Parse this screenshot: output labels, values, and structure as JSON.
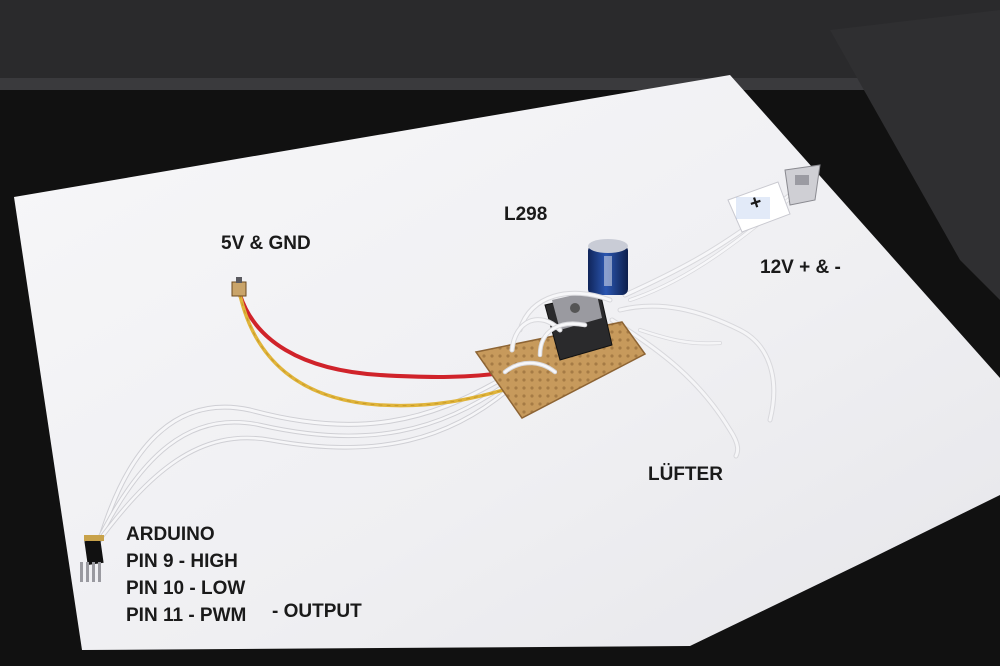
{
  "labels": {
    "supply_5v": "5V & GND",
    "chip": "L298",
    "supply_12v": "12V + & -",
    "fan": "LÜFTER",
    "arduino_title": "ARDUINO",
    "pin9": "PIN 9 - HIGH",
    "pin10": "PIN 10 - LOW",
    "pin11": "PIN 11 - PWM",
    "output": "- OUTPUT",
    "plus_tag": "+"
  },
  "colors": {
    "background": "#121212",
    "paper": "#f4f4f6",
    "board": "#c79a5c",
    "wire_red": "#d0232a",
    "wire_yellow": "#e0b43a",
    "wire_white": "#f0f0f0",
    "capacitor": "#1d3f8f"
  }
}
